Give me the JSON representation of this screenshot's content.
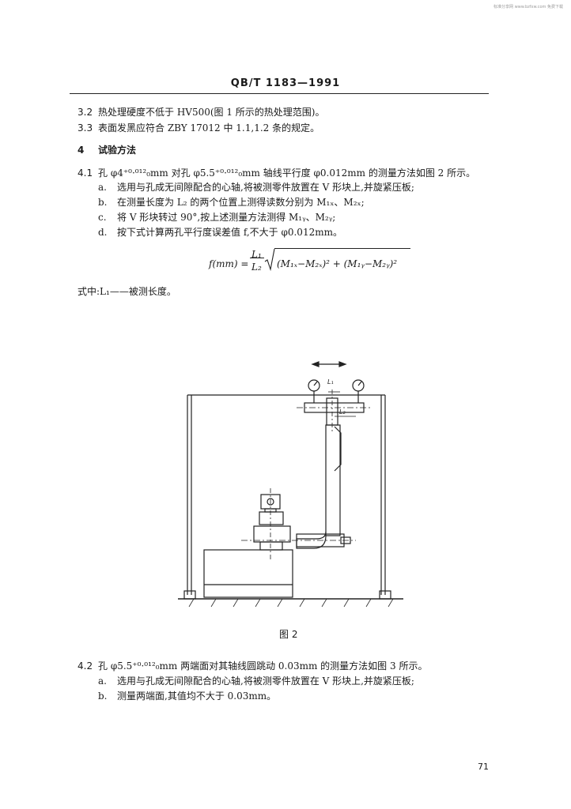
{
  "watermark": "标准分享网 www.bzfxw.com 免费下载",
  "header": {
    "title": "QB/T 1183—1991"
  },
  "sections": [
    {
      "num": "3.2",
      "text": "热处理硬度不低于 HV500(图 1 所示的热处理范围)。"
    },
    {
      "num": "3.3",
      "text": "表面发黑应符合 ZBY 17012 中 1.1,1.2 条的规定。"
    }
  ],
  "section4": {
    "num": "4",
    "title": "试验方法"
  },
  "s41": {
    "num": "4.1",
    "text": "孔 φ4⁺⁰·⁰¹²₀mm 对孔 φ5.5⁺⁰·⁰¹²₀mm 轴线平行度 φ0.012mm 的测量方法如图 2 所示。",
    "items": [
      {
        "label": "a.",
        "text": "选用与孔成无间隙配合的心轴,将被测零件放置在 V 形块上,并旋紧压板;"
      },
      {
        "label": "b.",
        "text": "在测量长度为 L₂ 的两个位置上测得读数分别为 M₁ₓ、M₂ₓ;"
      },
      {
        "label": "c.",
        "text": "将 V 形块转过 90°,按上述测量方法测得 M₁ᵧ、M₂ᵧ;"
      },
      {
        "label": "d.",
        "text": "按下式计算两孔平行度误差值 f,不大于 φ0.012mm。"
      }
    ]
  },
  "formula": {
    "lhs": "f(mm) =",
    "numerator": "L₁",
    "denominator": "L₂",
    "radicand": "(M₁ₓ−M₂ₓ)² + (M₁ᵧ−M₂ᵧ)²"
  },
  "where": "式中:L₁——被测长度。",
  "figure": {
    "caption": "图 2",
    "label_l1": "L₁",
    "label_l2": "L₂"
  },
  "s42": {
    "num": "4.2",
    "text": "孔 φ5.5⁺⁰·⁰¹²₀mm 两端面对其轴线圆跳动 0.03mm 的测量方法如图 3 所示。",
    "items": [
      {
        "label": "a.",
        "text": "选用与孔成无间隙配合的心轴,将被测零件放置在 V 形块上,并旋紧压板;"
      },
      {
        "label": "b.",
        "text": "测量两端面,其值均不大于 0.03mm。"
      }
    ]
  },
  "page_number": "71"
}
